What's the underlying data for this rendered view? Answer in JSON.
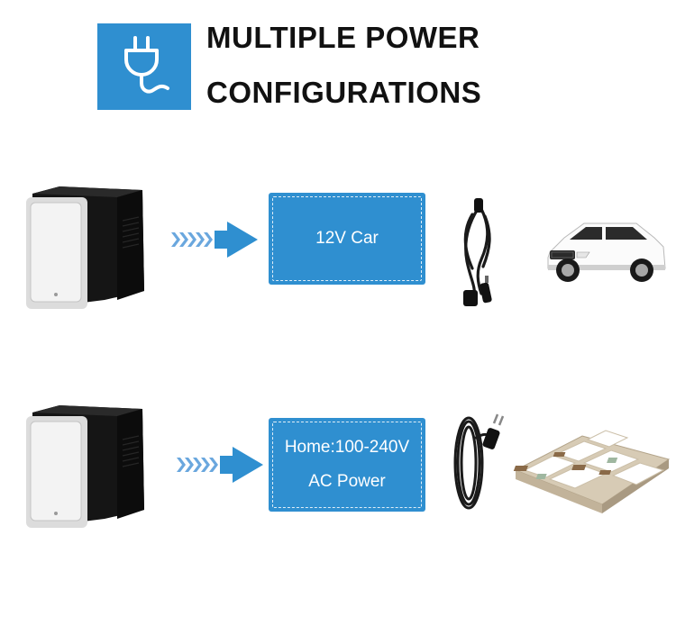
{
  "header": {
    "icon": "plug-icon",
    "title_line1": "MULTIPLE POWER",
    "title_line2": "CONFIGURATIONS"
  },
  "rows": [
    {
      "label_lines": [
        "12V Car"
      ],
      "cable_icon": "car-power-cord-icon",
      "target_icon": "car-icon"
    },
    {
      "label_lines": [
        "Home:100-240V",
        "AC Power"
      ],
      "cable_icon": "ac-power-cord-icon",
      "target_icon": "house-floorplan-icon"
    }
  ],
  "colors": {
    "accent": "#2f8fd0",
    "fridge_body": "#111111",
    "title": "#111111"
  }
}
